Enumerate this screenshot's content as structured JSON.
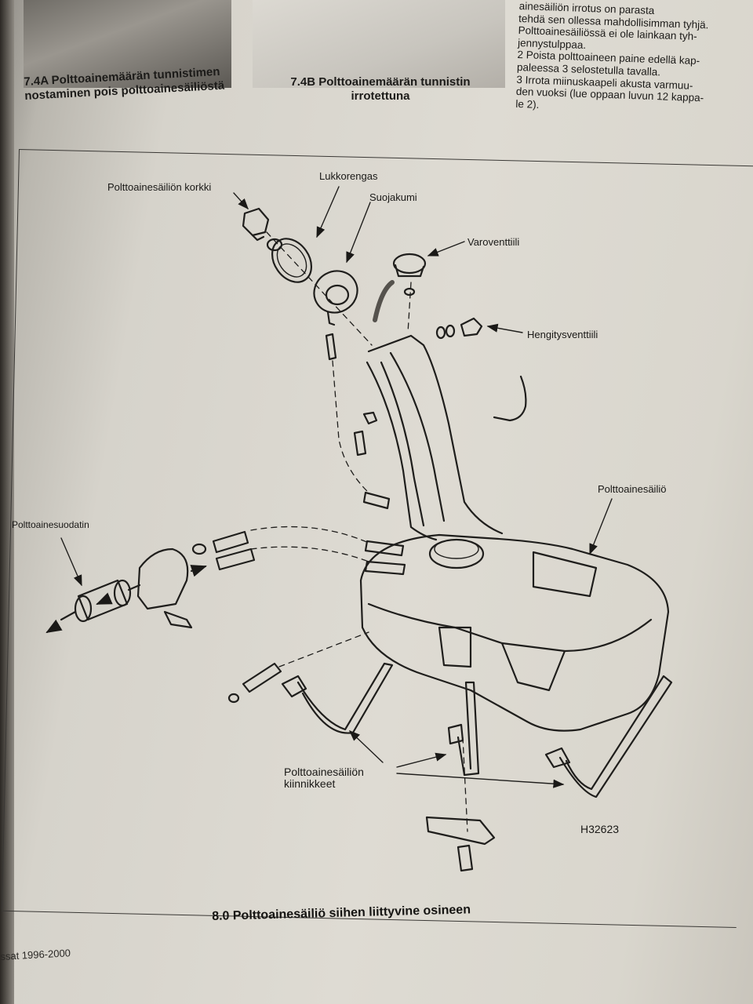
{
  "photo_captions": {
    "a_lines": [
      "7.4A  Polttoainemäärän tunnistimen",
      "nostaminen pois polttoainesäiliöstä"
    ],
    "b_lines": [
      "7.4B  Polttoainemäärän tunnistin",
      "irrotettuna"
    ]
  },
  "body_text_lines": [
    "ainesäiliön irrotus on parasta",
    "tehdä sen ollessa mahdollisimman tyhjä.",
    "Polttoainesäiliössä ei ole lainkaan tyh-",
    "jennystulppaa.",
    "2   Poista polttoaineen paine edellä kap-",
    "paleessa 3 selostetulla tavalla.",
    "3   Irrota miinuskaapeli akusta varmuu-",
    "den vuoksi (lue oppaan luvun 12 kappa-",
    "le 2)."
  ],
  "diagram_labels": {
    "cap": "Polttoainesäiliön korkki",
    "lock_ring": "Lukkorengas",
    "rubber_seal": "Suojakumi",
    "safety_valve": "Varoventtiili",
    "breather_valve": "Hengitysventtiili",
    "fuel_tank": "Polttoainesäiliö",
    "fuel_filter": "Polttoainesuodatin",
    "mounts_line1": "Polttoainesäiliön",
    "mounts_line2": "kiinnikkeet",
    "reference": "H32623"
  },
  "figure_caption": "8.0  Polttoainesäiliö siihen liittyvine osineen",
  "footer": "ssat 1996-2000"
}
